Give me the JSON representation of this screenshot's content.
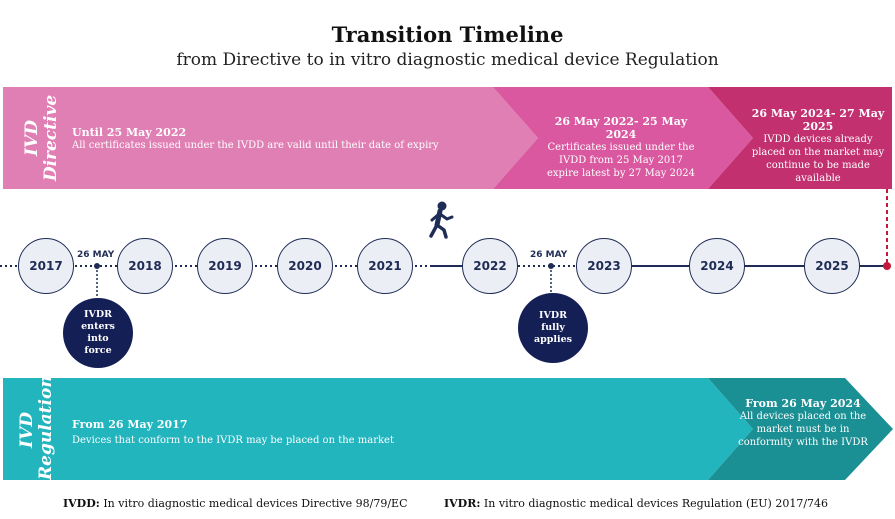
{
  "header": {
    "title": "Transition Timeline",
    "subtitle": "from Directive to in vitro diagnostic medical device Regulation"
  },
  "directive_band": {
    "label_line1": "IVD",
    "label_line2": "Directive",
    "color_light": "#e07fb4",
    "color_mid": "#d9589f",
    "color_dark": "#c2306f",
    "segments": [
      {
        "heading": "Until 25 May 2022",
        "text": "All certificates issued under the IVDD are valid until their date of expiry"
      },
      {
        "heading": "26 May 2022- 25 May 2024",
        "text": "Certificates issued under the IVDD from 25 May 2017 expire latest by 27 May 2024"
      },
      {
        "heading": "26 May 2024- 27 May 2025",
        "text": "IVDD devices already placed on the market may continue to be made available"
      }
    ]
  },
  "timeline": {
    "years": [
      "2017",
      "2018",
      "2019",
      "2020",
      "2021",
      "2022",
      "2023",
      "2024",
      "2025"
    ],
    "line_color": "#1f2c55",
    "end_color": "#c2183a",
    "milestones": [
      {
        "date_label": "26 MAY",
        "line1": "IVDR",
        "line2": "enters",
        "line3": "into",
        "line4": "force"
      },
      {
        "date_label": "26 MAY",
        "line1": "IVDR",
        "line2": "fully",
        "line3": "applies"
      }
    ],
    "walker_icon": "walking-person-icon"
  },
  "regulation_band": {
    "label_line1": "IVD",
    "label_line2": "Regulation",
    "color_main": "#22b5be",
    "color_dark": "#1a8f94",
    "segments": [
      {
        "heading": "From 26 May 2017",
        "text": "Devices that conform to the IVDR may be placed on the market"
      },
      {
        "heading": "From 26 May 2024",
        "text": "All devices placed on the market must be in conformity with the IVDR"
      }
    ]
  },
  "legend": {
    "ivdd_term": "IVDD:",
    "ivdd_def": "In vitro diagnostic medical devices Directive 98/79/EC",
    "ivdr_term": "IVDR:",
    "ivdr_def": "In vitro diagnostic medical devices Regulation (EU) 2017/746"
  }
}
